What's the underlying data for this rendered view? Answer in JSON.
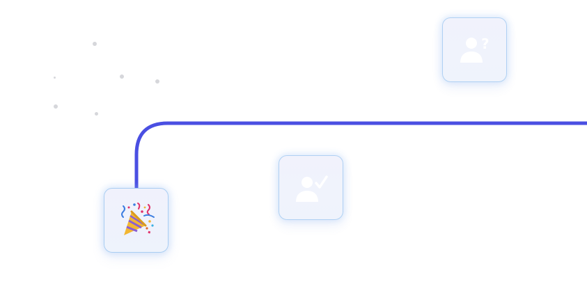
{
  "scene": {
    "accent_color": "#4a4fe2",
    "card_border_color": "#a9cdf2",
    "icon_color": "#ffffff"
  },
  "cards": [
    {
      "id": "unknown-user",
      "icon": "user-question-icon",
      "faded": true
    },
    {
      "id": "verified-user",
      "icon": "user-check-icon",
      "faded": true
    },
    {
      "id": "celebration",
      "icon": "party-popper-icon",
      "faded": false
    }
  ]
}
